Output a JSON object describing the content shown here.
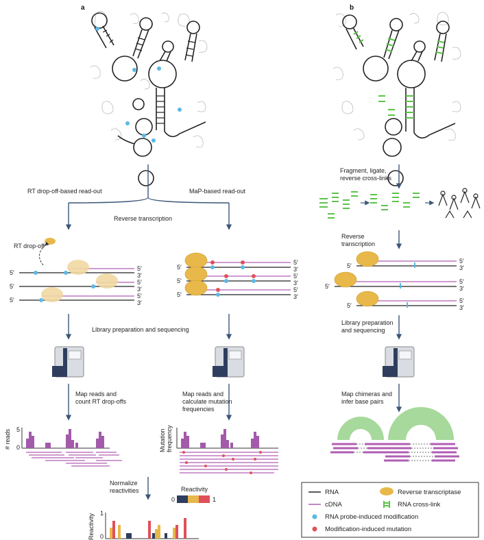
{
  "panels": {
    "a": "a",
    "b": "b"
  },
  "panel_a": {
    "left_branch": "RT drop-off-based read-out",
    "right_branch": "MaP-based read-out",
    "reverse_transcription": "Reverse transcription",
    "rt_dropoff": "RT drop-off",
    "library_prep": "Library preparation and sequencing",
    "map_reads_left": [
      "Map reads and",
      "count RT drop-offs"
    ],
    "map_reads_right": [
      "Map reads and",
      "calculate mutation",
      "frequencies"
    ],
    "reads_axis": "# reads",
    "reads_ticks": [
      "5",
      "0"
    ],
    "mutation_axis": [
      "Mutation",
      "frequency"
    ],
    "normalize": [
      "Normalize",
      "reactivities"
    ],
    "reactivity_scale_title": "Reactivity",
    "reactivity_scale_min": "0",
    "reactivity_scale_max": "1",
    "reactivity_axis": "Reactivity",
    "reactivity_ticks": [
      "1",
      "0"
    ]
  },
  "panel_b": {
    "fragment": [
      "Fragment, ligate,",
      "reverse cross-links"
    ],
    "reverse_transcription": [
      "Reverse",
      "transcription"
    ],
    "library_prep": [
      "Library preparation",
      "and sequencing"
    ],
    "map_chimeras": [
      "Map chimeras and",
      "infer base pairs"
    ]
  },
  "strand_labels": {
    "five": "5′",
    "three": "3′"
  },
  "legend": {
    "rna": "RNA",
    "cdna": "cDNA",
    "reverse_transcriptase": "Reverse transcriptase",
    "crosslink": "RNA cross-link",
    "probe_mod": "RNA probe-induced modification",
    "mutation": "Modification-induced mutation"
  },
  "colors": {
    "rna": "#222222",
    "cdna": "#b05db3",
    "crosslink": "#5cc24a",
    "probe": "#5ab8e6",
    "mutation": "#e0505a",
    "enzyme": "#e8b84a",
    "arrow": "#3a5578",
    "reactivity_low": "#2f3e5e",
    "reactivity_mid": "#e8b84a",
    "reactivity_high": "#e0505a"
  }
}
